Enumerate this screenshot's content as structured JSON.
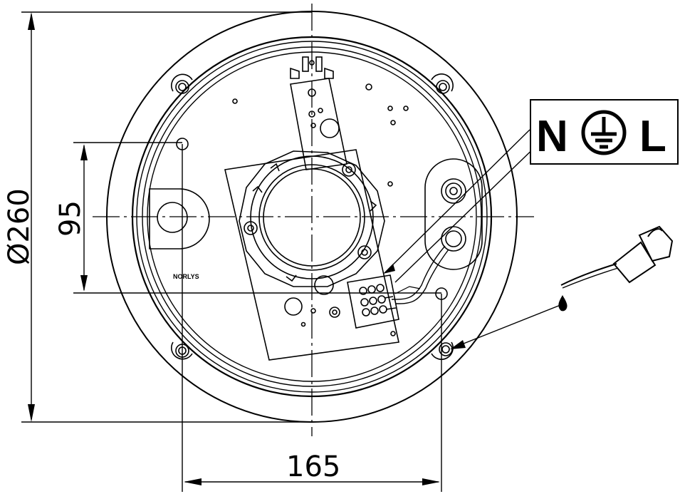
{
  "dimensions": {
    "diameter_label": "Ø260",
    "vertical_spacing": "95",
    "horizontal_spacing": "165"
  },
  "brand": {
    "name": "NORLYS"
  },
  "terminal_symbol": {
    "neutral": "N",
    "earth_icon": "protective-earth-icon",
    "live": "L"
  },
  "colors": {
    "line": "#000000",
    "background": "#ffffff"
  }
}
